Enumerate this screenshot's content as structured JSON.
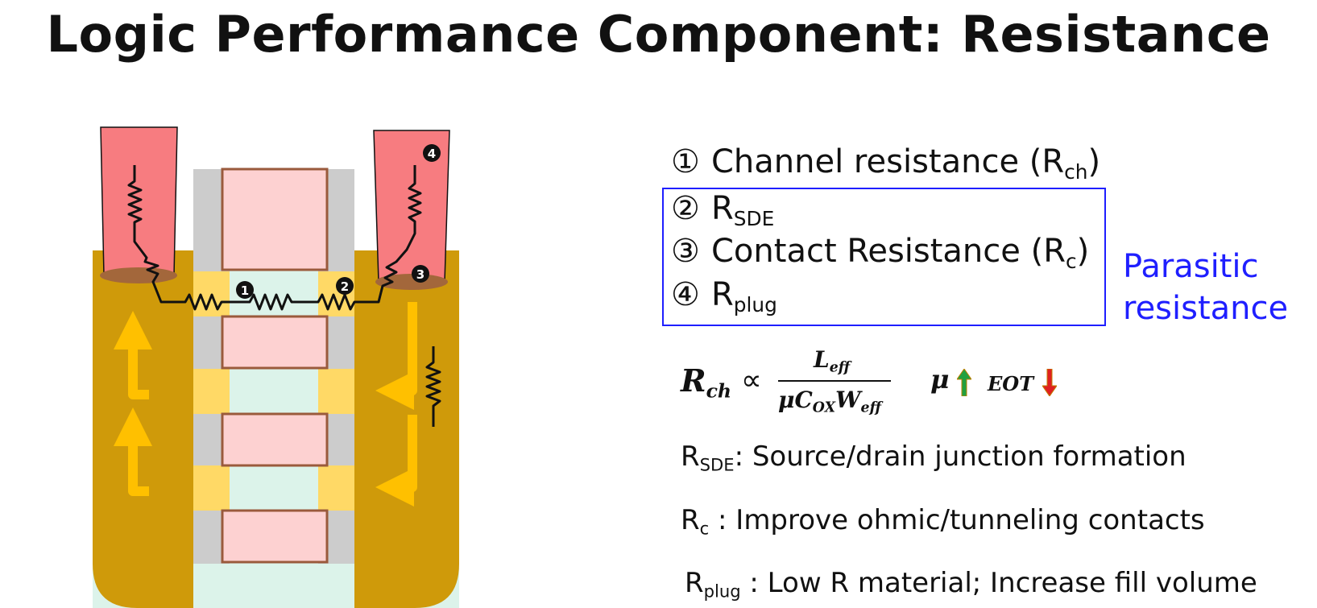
{
  "title": "Logic Performance Component: Resistance",
  "diagram_labels": {
    "marker_1": "1",
    "marker_2": "2",
    "marker_3": "3",
    "marker_4": "4"
  },
  "list": [
    {
      "num": "①",
      "text": "Channel resistance (R",
      "sub": "ch",
      "suffix": ")"
    },
    {
      "num": "②",
      "text": "R",
      "sub": "SDE",
      "suffix": ""
    },
    {
      "num": "③",
      "text": "Contact Resistance (R",
      "sub": "c",
      "suffix": ")"
    },
    {
      "num": "④",
      "text": "R",
      "sub": "plug",
      "suffix": ""
    }
  ],
  "parasitic_label": [
    "Parasitic",
    "resistance"
  ],
  "equation": {
    "lhs": "R",
    "lhs_sub": "ch",
    "proportional": "∝",
    "numerator": "L",
    "numerator_sub": "eff",
    "denominator_a": "μC",
    "denominator_a_sub": "OX",
    "denominator_b": "W",
    "denominator_b_sub": "eff",
    "mu": "μ",
    "eot": "EOT"
  },
  "descriptions": [
    {
      "sym": "R",
      "sub": "SDE",
      "text": ": Source/drain junction formation"
    },
    {
      "sym": "R",
      "sub": "c",
      "text": " : Improve ohmic/tunneling contacts"
    },
    {
      "sym": "R",
      "sub": "plug",
      "text": " : Low R material; Increase fill volume"
    }
  ],
  "colors": {
    "contact_plug": "#f77c80",
    "silicide": "#a3673b",
    "source_drain": "#cf9a0a",
    "spacer": "#cccccc",
    "gate_fill": "#fdd1d1",
    "gate_border": "#9a5a3c",
    "channel": "#dcf3ea",
    "extension": "#ffd966",
    "current_arrow": "#ffc000",
    "parasitic_blue": "#1f1fff",
    "up_arrow": "#21a040",
    "down_arrow": "#e02020"
  }
}
